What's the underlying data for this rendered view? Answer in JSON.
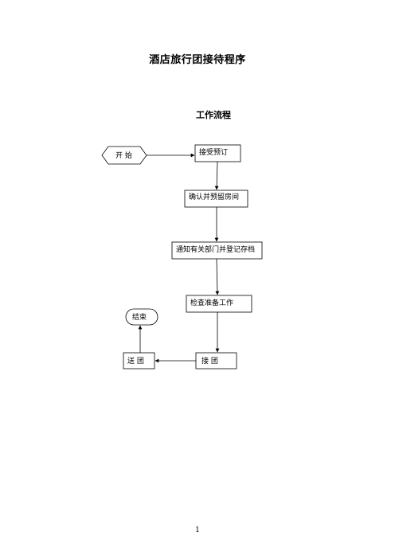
{
  "document": {
    "title": "酒店旅行团接待程序",
    "section_heading": "工作流程",
    "page_number": "1"
  },
  "flowchart": {
    "start_label": "开  始",
    "step_receive_booking": "接受预订",
    "step_confirm_reserve": "确认并预留房间",
    "step_notify_departments": "通知有关部门并登记存档",
    "step_check_preparation": "检查准备工作",
    "step_receive_group": "接  团",
    "step_send_off_group": "送  团",
    "end_label": "结束"
  },
  "colors": {
    "line": "#000000",
    "box_fill": "#ffffff",
    "text": "#000000"
  }
}
